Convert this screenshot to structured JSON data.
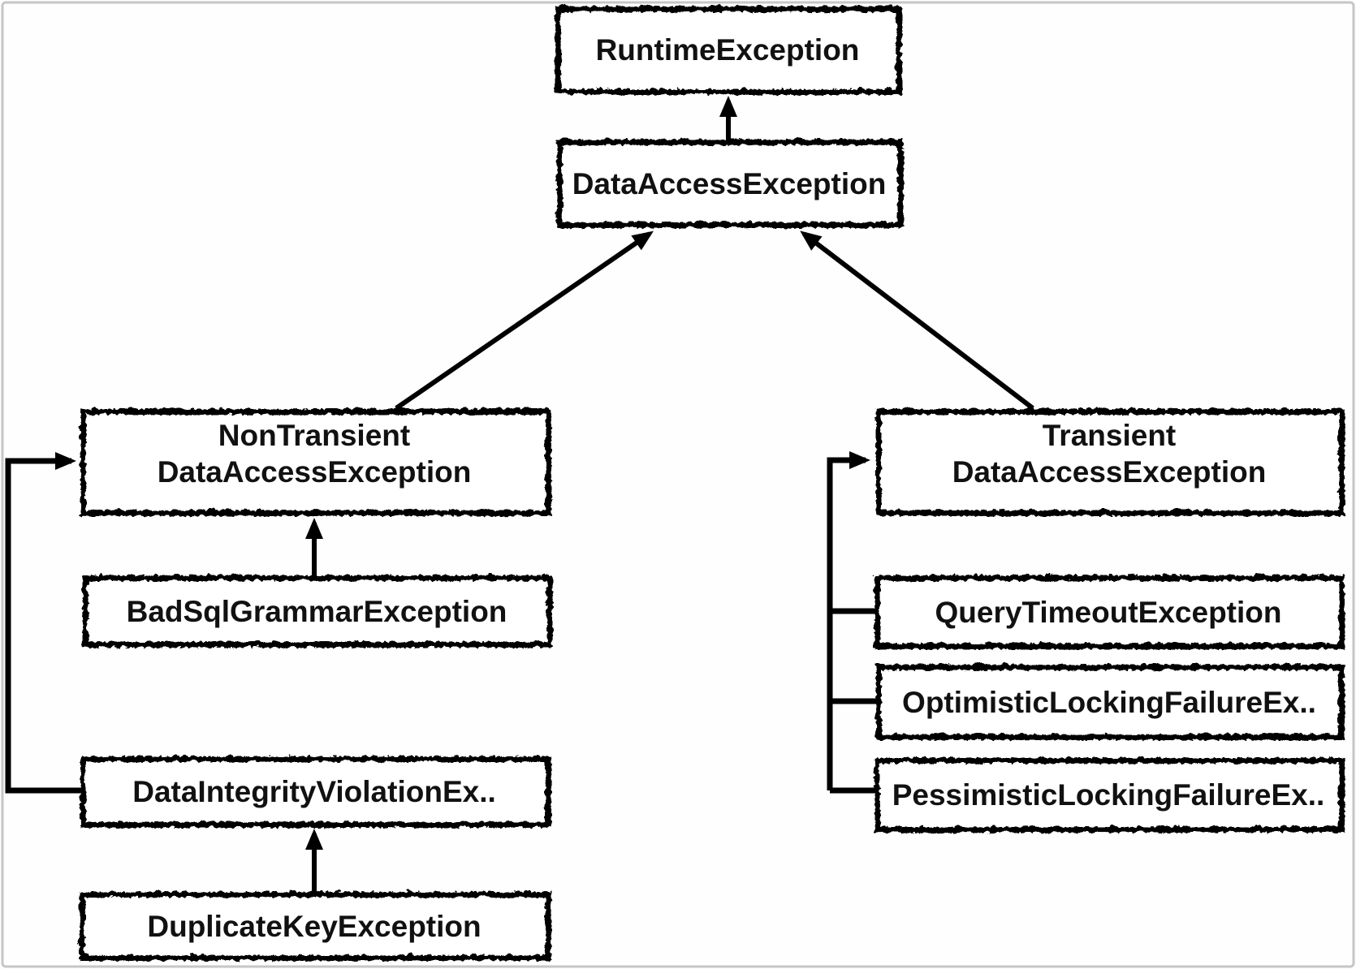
{
  "colors": {
    "background": "#fefefe",
    "frame": "#c6c6c6",
    "stroke": "#000000",
    "text": "#111111",
    "box_fill": "#ffffff"
  },
  "nodes": {
    "runtime": {
      "label": "RuntimeException"
    },
    "dataaccess": {
      "label": "DataAccessException"
    },
    "nontransient": {
      "line1": "NonTransient",
      "line2": "DataAccessException"
    },
    "transient": {
      "line1": "Transient",
      "line2": "DataAccessException"
    },
    "badsql": {
      "label": "BadSqlGrammarException"
    },
    "querytimeout": {
      "label": "QueryTimeoutException"
    },
    "optimistic": {
      "label": "OptimisticLockingFailureEx.."
    },
    "dataintegrity": {
      "label": "DataIntegrityViolationEx.."
    },
    "pessimistic": {
      "label": "PessimisticLockingFailureEx.."
    },
    "duplicatekey": {
      "label": "DuplicateKeyException"
    }
  },
  "edges": [
    {
      "from": "DataAccessException",
      "to": "RuntimeException",
      "style": "arrow-up"
    },
    {
      "from": "NonTransientDataAccessException",
      "to": "DataAccessException",
      "style": "arrow-diagonal"
    },
    {
      "from": "TransientDataAccessException",
      "to": "DataAccessException",
      "style": "arrow-diagonal"
    },
    {
      "from": "BadSqlGrammarException",
      "to": "NonTransientDataAccessException",
      "style": "arrow-up"
    },
    {
      "from": "DataIntegrityViolationEx..",
      "to": "NonTransientDataAccessException",
      "style": "bracket-arrow"
    },
    {
      "from": "DuplicateKeyException",
      "to": "DataIntegrityViolationEx..",
      "style": "arrow-up"
    },
    {
      "from": "QueryTimeoutException",
      "to": "TransientDataAccessException",
      "style": "bracket"
    },
    {
      "from": "OptimisticLockingFailureEx..",
      "to": "TransientDataAccessException",
      "style": "bracket"
    },
    {
      "from": "PessimisticLockingFailureEx..",
      "to": "TransientDataAccessException",
      "style": "bracket-arrow"
    }
  ]
}
